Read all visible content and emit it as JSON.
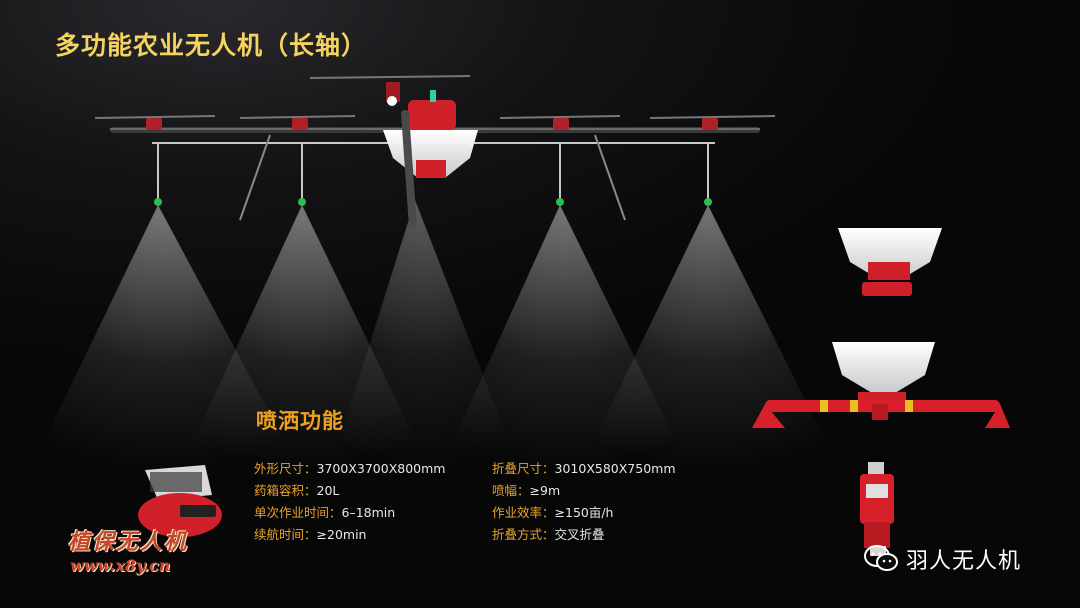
{
  "slide": {
    "title": "多功能农业无人机（长轴）",
    "section_title": "喷洒功能"
  },
  "specs_left": [
    {
      "label": "外形尺寸：",
      "value": "3700X3700X800mm"
    },
    {
      "label": "药箱容积：",
      "value": "20L"
    },
    {
      "label": "单次作业时间：",
      "value": "6–18min"
    },
    {
      "label": "续航时间：",
      "value": "≥20min"
    }
  ],
  "specs_right": [
    {
      "label": "折叠尺寸：",
      "value": "3010X580X750mm"
    },
    {
      "label": "喷幅：",
      "value": "≥9m"
    },
    {
      "label": "作业效率：",
      "value": "≥150亩/h"
    },
    {
      "label": "折叠方式：",
      "value": "交叉折叠"
    }
  ],
  "watermark": {
    "name": "植保无人机",
    "url": "www.x8y.cn"
  },
  "brand": {
    "icon": "wechat-icon",
    "name": "羽人无人机"
  },
  "colors": {
    "title": "#f4d35e",
    "label": "#e9a32a",
    "accent_red": "#d0202a"
  }
}
